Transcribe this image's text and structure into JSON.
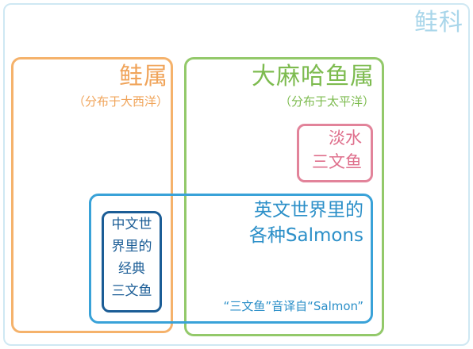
{
  "family": {
    "title": "鲑科"
  },
  "salmo": {
    "title": "鲑属",
    "subtitle": "（分布于大西洋）"
  },
  "oncorhynchus": {
    "title": "大麻哈鱼属",
    "subtitle": "（分布于太平洋）"
  },
  "freshwater": {
    "line1": "淡水",
    "line2": "三文鱼"
  },
  "english": {
    "line1": "英文世界里的",
    "line2": "各种Salmons",
    "note": "“三文鱼”音译自“Salmon”"
  },
  "classic": {
    "lines": [
      "中文世",
      "界里的",
      "经典",
      "三文鱼"
    ]
  },
  "colors": {
    "family": "#a9d6ea",
    "salmo": "#f0a45a",
    "oncorhynchus": "#7dbb4f",
    "freshwater": "#df6f8c",
    "english": "#2b8fc8",
    "classic": "#1b5d96"
  }
}
